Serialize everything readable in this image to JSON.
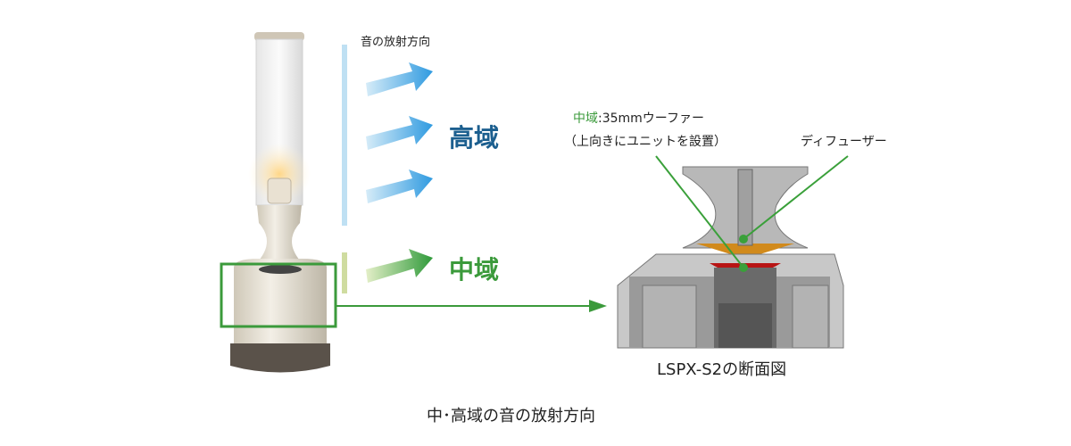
{
  "labels": {
    "direction": "音の放射方向",
    "high": "高域",
    "mid": "中域",
    "woofer_prefix": "中域",
    "woofer_rest": ":35mmウーファー",
    "woofer_note": "（上向きにユニットを設置）",
    "diffuser": "ディフューザー",
    "section": "LSPX-S2の断面図",
    "caption": "中･高域の音の放射方向"
  },
  "colors": {
    "high": "#1c5f8f",
    "mid": "#3b9a3b",
    "arrow_blue": "#3aa0e0",
    "leader": "#3aa03a"
  }
}
